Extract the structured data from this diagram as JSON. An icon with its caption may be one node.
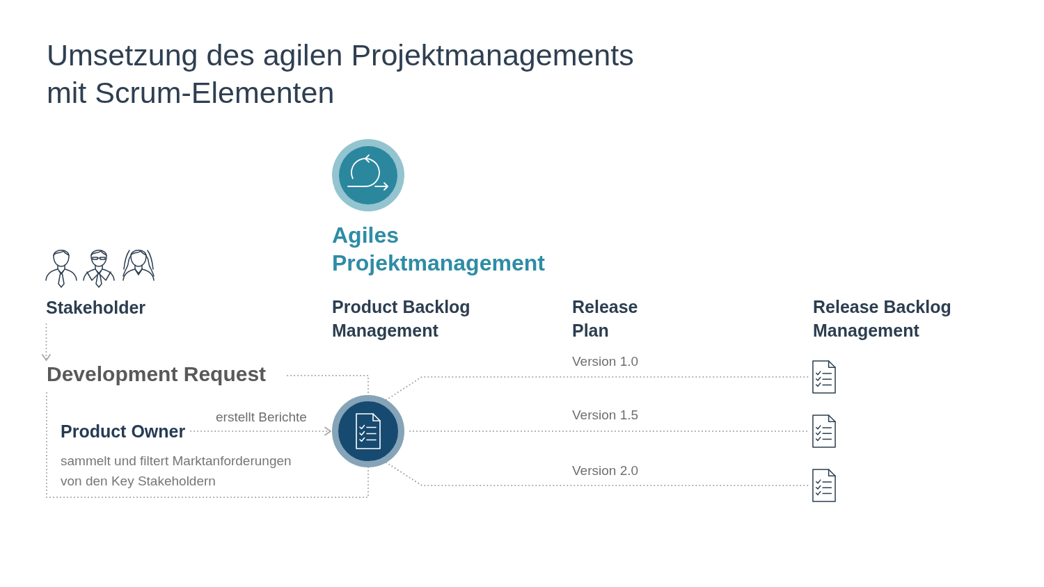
{
  "diagram": {
    "title": "Umsetzung des agilen Projektmanagements mit Scrum-Elementen",
    "nodes": [
      {
        "text": [
          "Agiles Projektmanagement"
        ]
      },
      {
        "text": [
          "Stakeholder"
        ]
      },
      {
        "text": [
          "Development Request"
        ]
      },
      {
        "text": [
          "Product Owner"
        ],
        "in": 2,
        "beside": [
          "sammelt und filtert Marktanforderungen von den Key Stakeholdern"
        ]
      },
      {
        "text": [],
        "shape": "circle"
      },
      {
        "text": [],
        "shape": "picture"
      },
      {
        "text": [],
        "shape": "picture"
      },
      {
        "text": [],
        "shape": "picture"
      }
    ],
    "edges": [
      {
        "from": 1,
        "to": 2,
        "arrow": "to",
        "style": "dashed"
      },
      {
        "from": 3,
        "to": 4,
        "arrow": "to",
        "style": "dashed",
        "label": "erstellt Berichte"
      },
      {
        "from": 4,
        "to": 5,
        "arrow": "none",
        "style": "dashed",
        "label": "Version 1.0"
      },
      {
        "from": 4,
        "to": 6,
        "arrow": "none",
        "style": "dashed",
        "label": "Version 1.5"
      },
      {
        "from": 4,
        "to": 7,
        "arrow": "none",
        "style": "dashed",
        "label": "Version 2.0"
      }
    ],
    "labels": [
      "Product Backlog Management",
      "Release Plan",
      "Release Backlog Management"
    ]
  }
}
